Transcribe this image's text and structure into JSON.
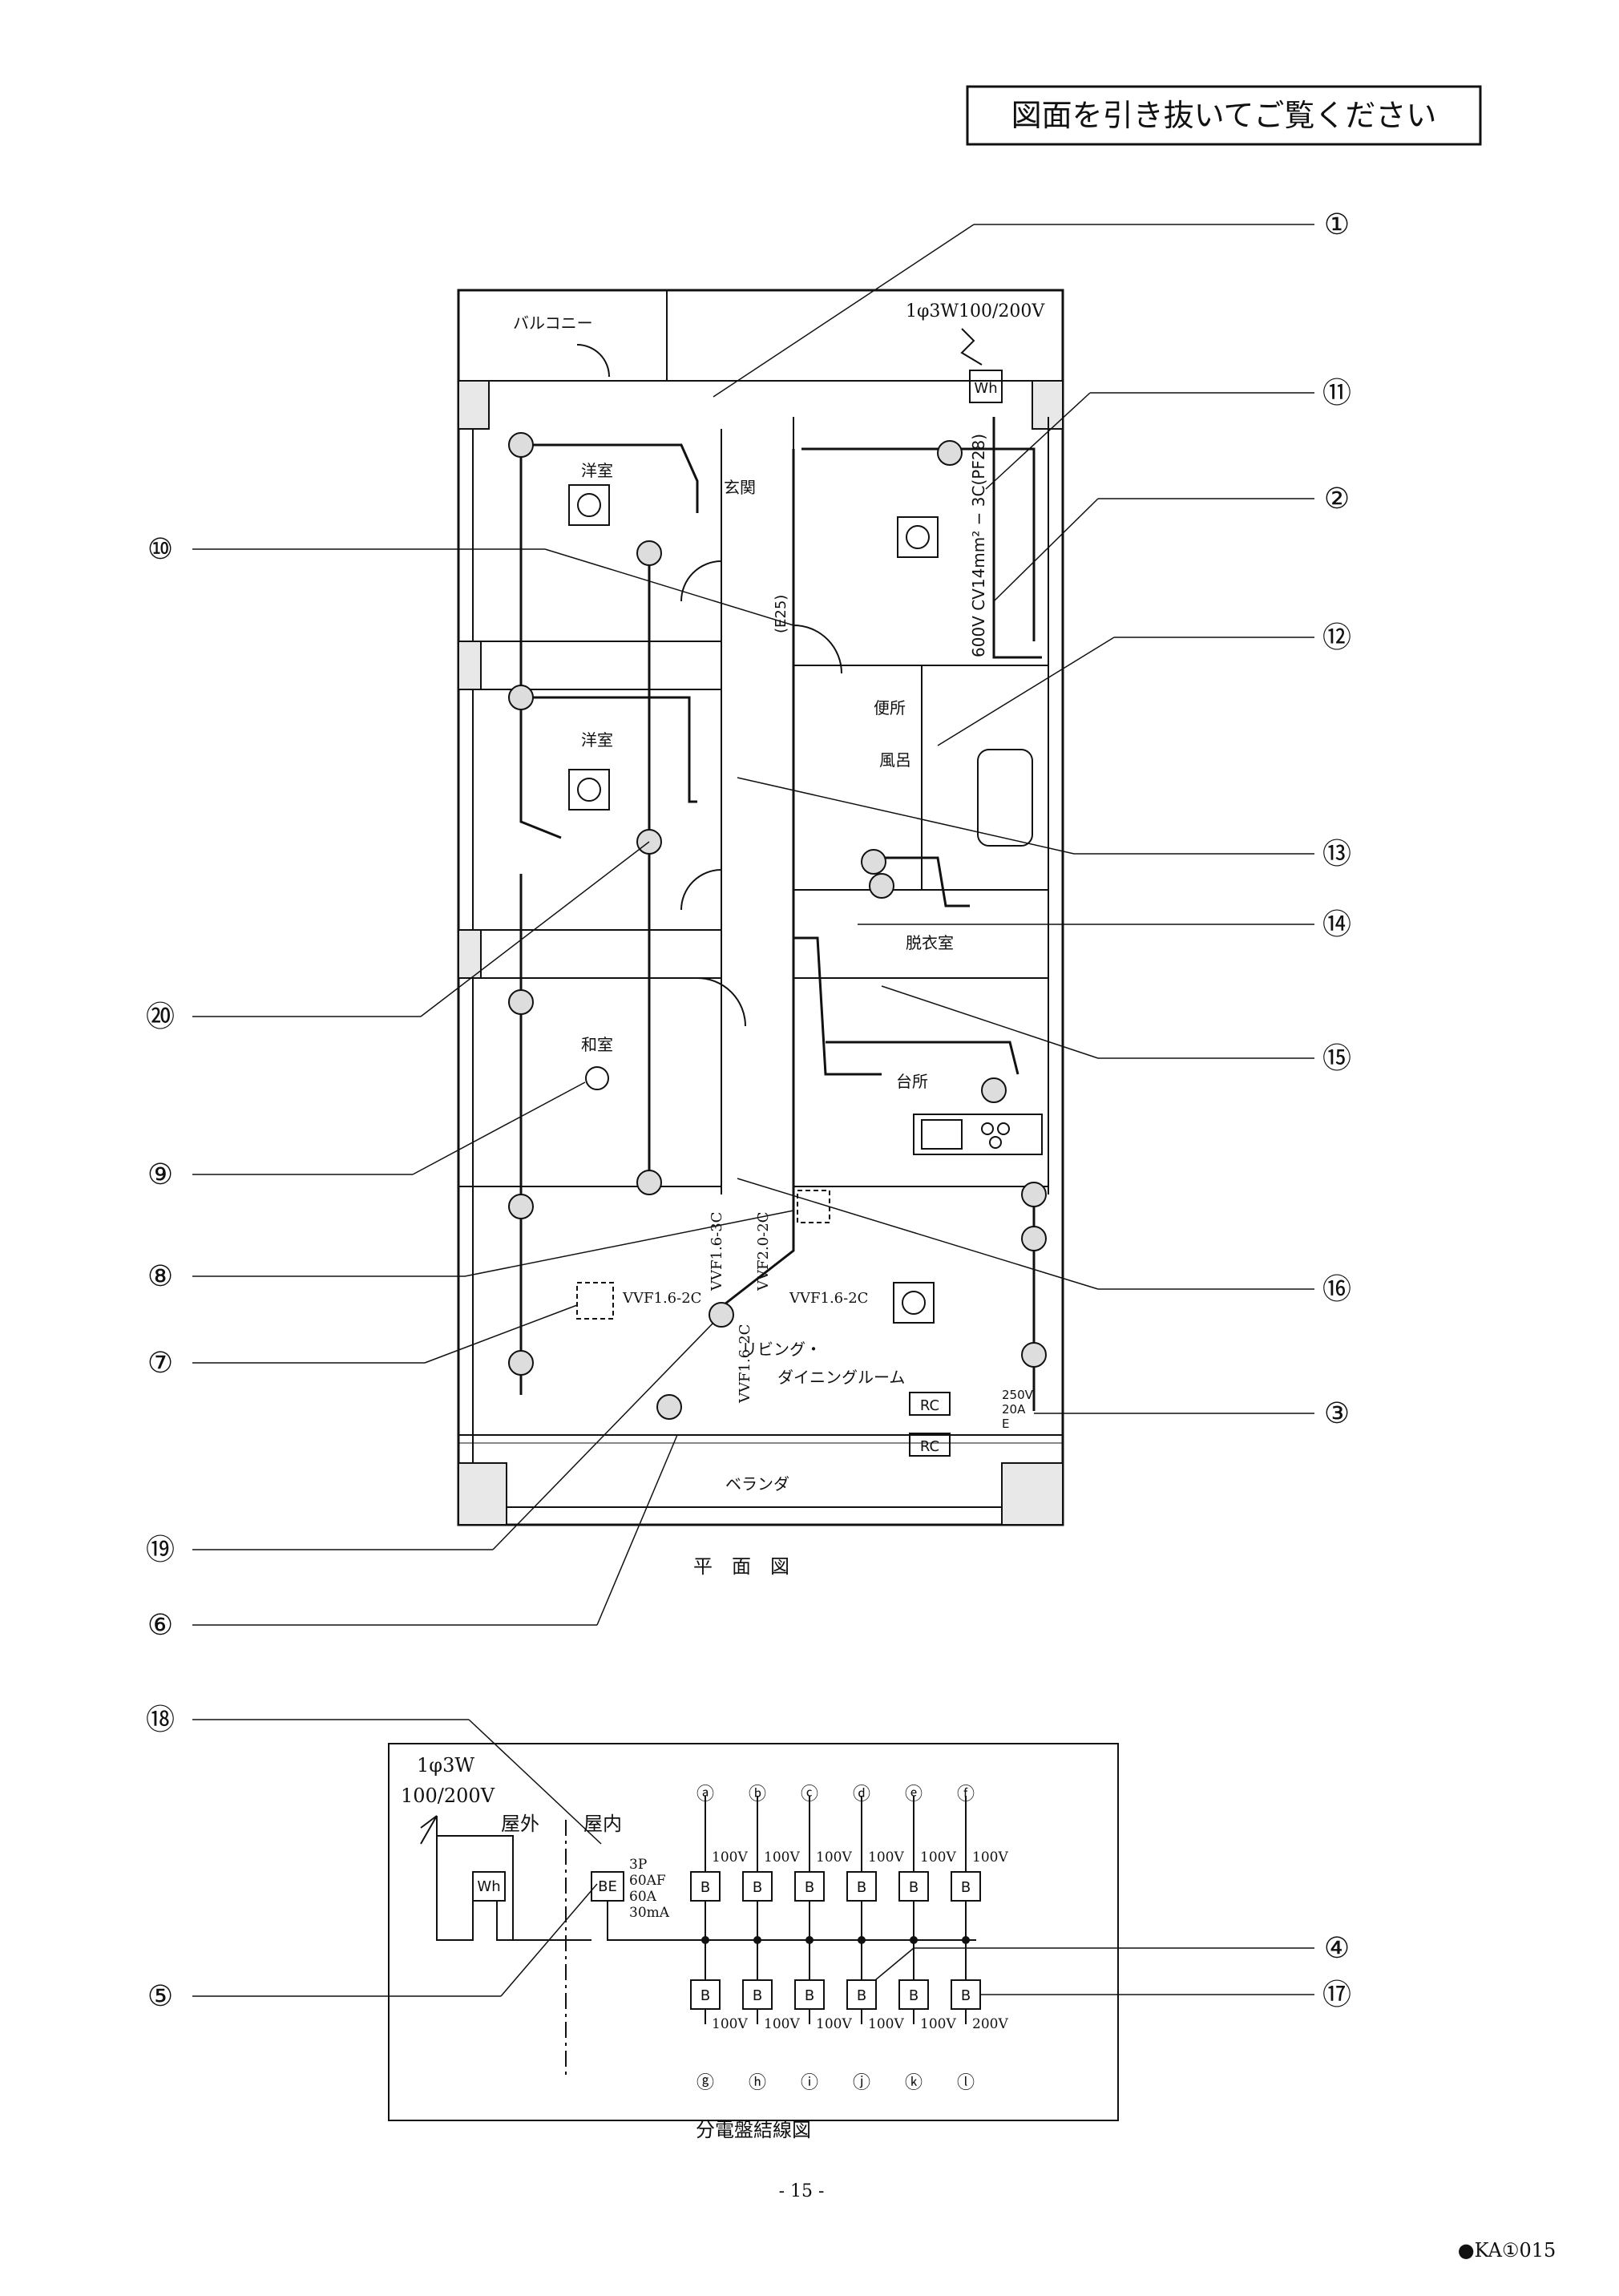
{
  "header": {
    "notice": "図面を引き抜いてご覧ください"
  },
  "plan": {
    "supply": "1φ3W100/200V",
    "meter": "Wh",
    "main_cable": "600V CV14mm² − 3C(PF28)",
    "conduit": "(E25)",
    "rooms": {
      "balcony": "バルコニー",
      "western1": "洋室",
      "entrance": "玄関",
      "western2": "洋室",
      "toilet": "便所",
      "bath": "風呂",
      "dressing": "脱衣室",
      "japanese": "和室",
      "kitchen": "台所",
      "living": "リビング・",
      "living2": "ダイニングルーム",
      "veranda": "ベランダ"
    },
    "cables": {
      "c1": "VVF1.6-2C",
      "c2": "VVF1.6-2C",
      "c3": "VVF1.6-3C",
      "c4": "VVF2.0-2C",
      "c5": "VVF1.6-2C"
    },
    "outlet_spec": [
      "250V",
      "20A",
      "E"
    ],
    "title": "平　面　図"
  },
  "callouts": [
    "①",
    "②",
    "③",
    "④",
    "⑤",
    "⑥",
    "⑦",
    "⑧",
    "⑨",
    "⑩",
    "⑪",
    "⑫",
    "⑬",
    "⑭",
    "⑮",
    "⑯",
    "⑰",
    "⑱",
    "⑲",
    "⑳"
  ],
  "panel": {
    "supply_line1": "1φ3W",
    "supply_line2": "100/200V",
    "outdoor": "屋外",
    "indoor": "屋内",
    "meter": "Wh",
    "main_breaker": "BE",
    "main_spec": [
      "3P",
      "60AF",
      "60A",
      "30mA"
    ],
    "breaker": "B",
    "top_circuits": [
      "ⓐ",
      "ⓑ",
      "ⓒ",
      "ⓓ",
      "ⓔ",
      "ⓕ"
    ],
    "top_voltages": [
      "100V",
      "100V",
      "100V",
      "100V",
      "100V",
      "100V"
    ],
    "bottom_circuits": [
      "ⓖ",
      "ⓗ",
      "ⓘ",
      "ⓙ",
      "ⓚ",
      "ⓛ"
    ],
    "bottom_voltages": [
      "100V",
      "100V",
      "100V",
      "100V",
      "100V",
      "200V"
    ],
    "title": "分電盤結線図"
  },
  "footer": {
    "page": "- 15 -",
    "code": "●KA①015"
  }
}
